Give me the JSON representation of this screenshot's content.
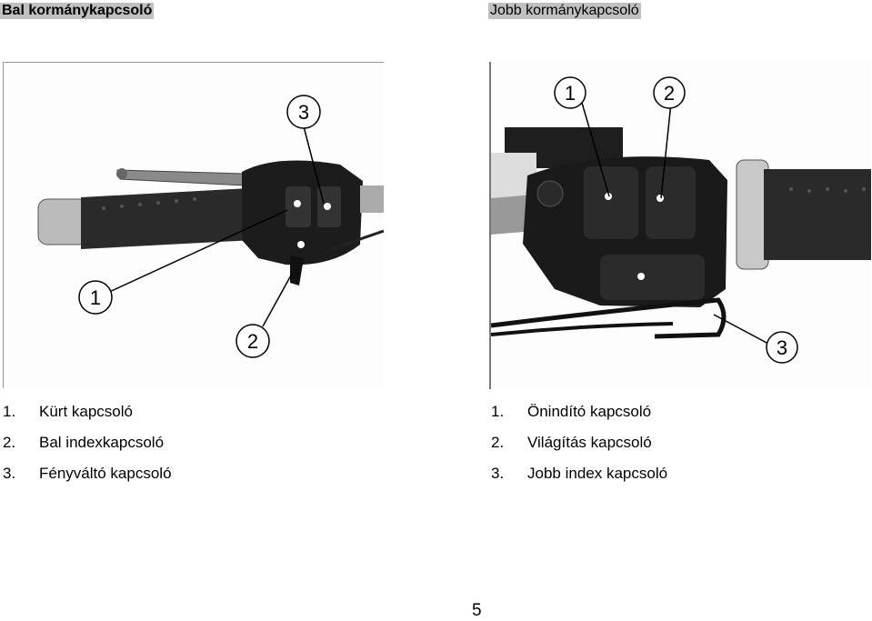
{
  "headings": {
    "left": "Bal kormánykapcsoló",
    "right": "Jobb kormánykapcsoló"
  },
  "left_photo": {
    "callouts": [
      "1",
      "2",
      "3"
    ]
  },
  "right_photo": {
    "callouts": [
      "1",
      "2",
      "3"
    ]
  },
  "left_list": [
    {
      "num": "1.",
      "label": "Kürt kapcsoló"
    },
    {
      "num": "2.",
      "label": "Bal indexkapcsoló"
    },
    {
      "num": "3.",
      "label": "Fényváltó kapcsoló"
    }
  ],
  "right_list": [
    {
      "num": "1.",
      "label": "Önindító kapcsoló"
    },
    {
      "num": "2.",
      "label": "Világítás kapcsoló"
    },
    {
      "num": "3.",
      "label": "Jobb index kapcsoló"
    }
  ],
  "page_number": "5"
}
